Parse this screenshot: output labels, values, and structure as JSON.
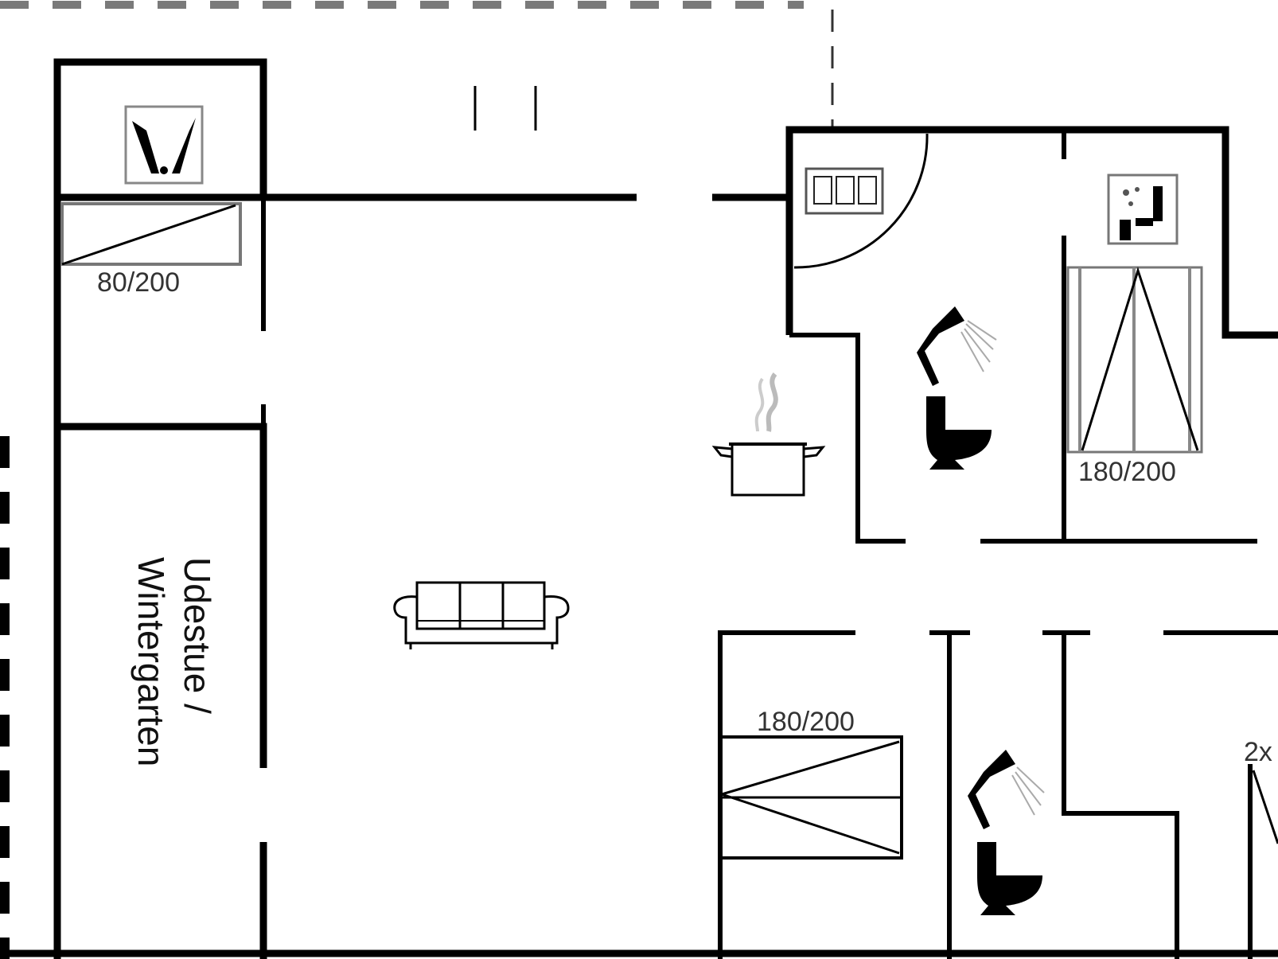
{
  "rooms": {
    "winter_garden_label_line1": "Udestue /",
    "winter_garden_label_line2": "Wintergarten"
  },
  "beds": {
    "small_bed": "80/200",
    "master_bed": "180/200",
    "second_bed": "180/200",
    "partial_bed": "2x"
  },
  "icons": [
    "washing-machine-icon",
    "utility-sink-icon",
    "sauna-icon",
    "shower-icon",
    "toilet-icon",
    "cooking-pot-icon",
    "sofa-icon"
  ]
}
